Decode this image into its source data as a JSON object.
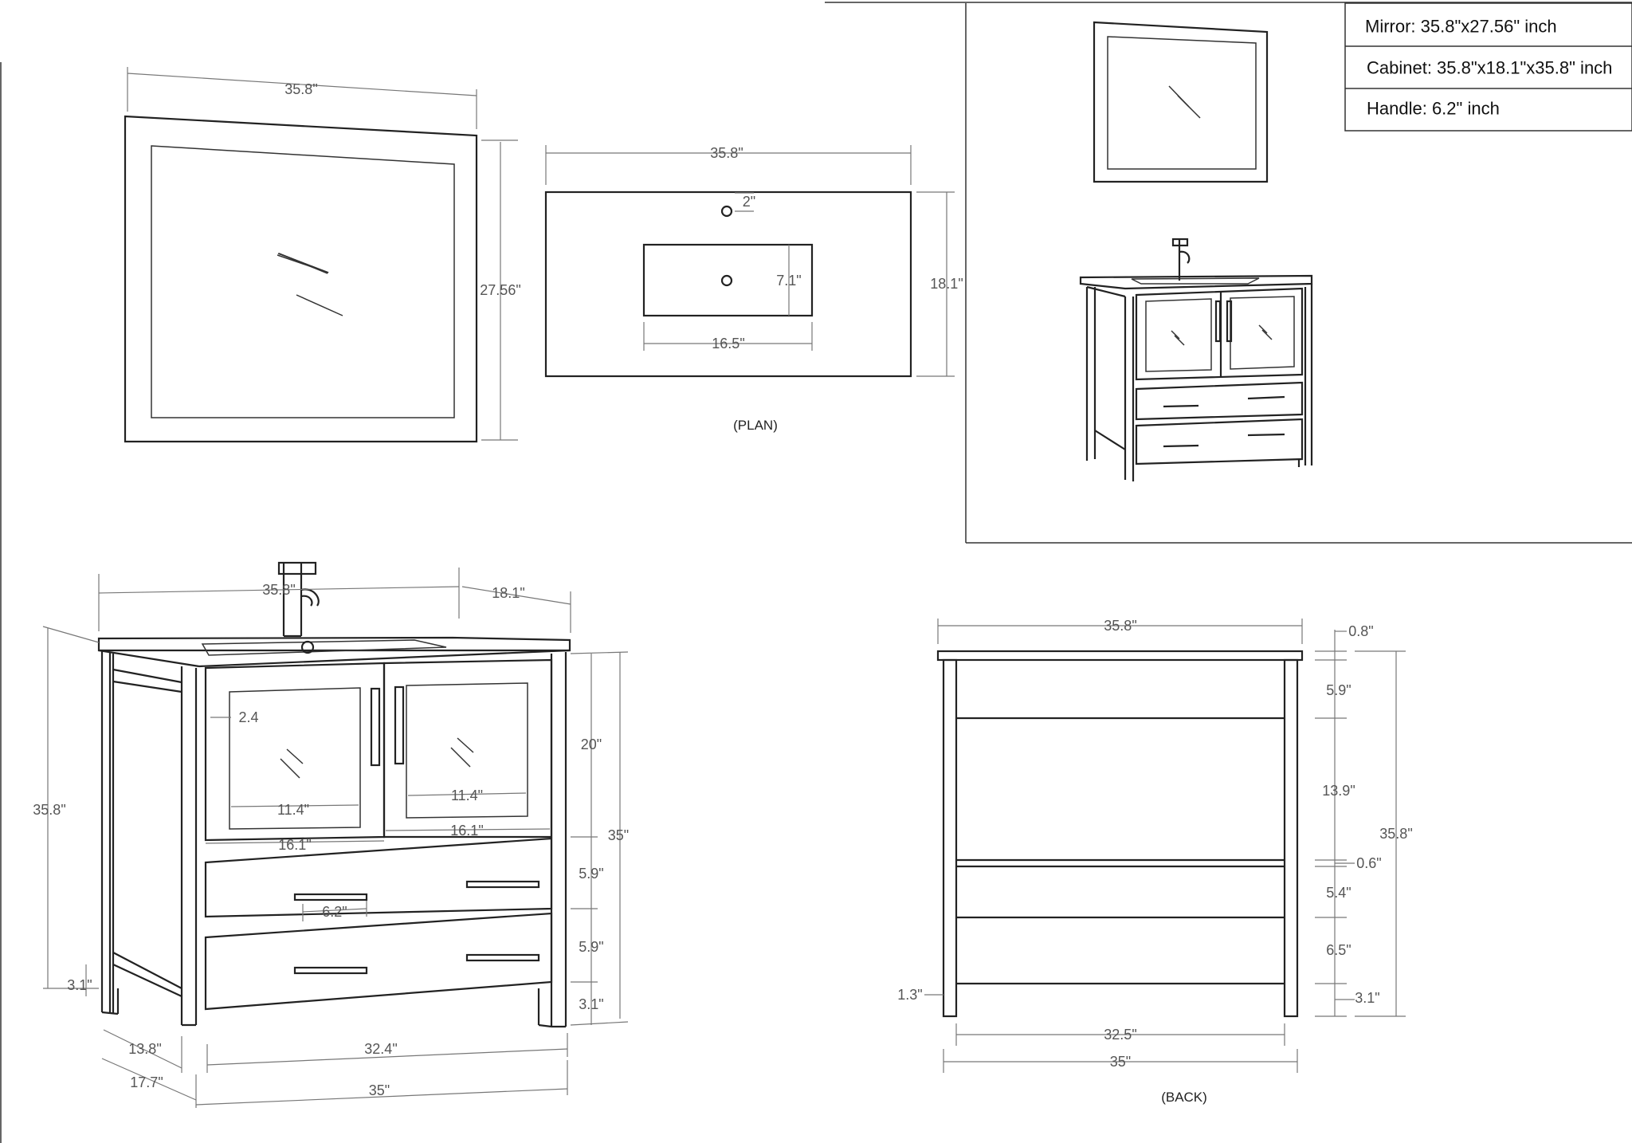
{
  "specs": {
    "mirror": "Mirror: 35.8\"x27.56\"  inch",
    "cabinet": "Cabinet: 35.8\"x18.1\"x35.8\"  inch",
    "handle": "Handle: 6.2\"  inch"
  },
  "captions": {
    "plan": "(PLAN)",
    "back": "(BACK)"
  },
  "mirror_view": {
    "width": "35.8\"",
    "height": "27.56\""
  },
  "plan_view": {
    "width": "35.8\"",
    "depth": "18.1\"",
    "sink_width": "16.5\"",
    "sink_depth": "7.1\"",
    "faucet_offset": "2\""
  },
  "front_view": {
    "top_width": "35.8\"",
    "top_depth": "18.1\"",
    "total_height": "35.8\"",
    "door_height": "20\"",
    "side_height": "35\"",
    "drawer1_height": "5.9\"",
    "drawer2_height": "5.9\"",
    "toe_right": "3.1\"",
    "toe_left": "3.1\"",
    "glass_inset": "2.4",
    "glass_width_left": "11.4\"",
    "glass_width_right": "11.4\"",
    "door_width_left": "16.1\"",
    "door_width_right": "16.1\"",
    "handle_length": "6.2\"",
    "side_depth_inner": "13.8\"",
    "side_depth_outer": "17.7\"",
    "inner_width": "32.4\"",
    "base_width": "35\""
  },
  "back_view": {
    "top_width": "35.8\"",
    "top_thickness": "0.8\"",
    "upper_rail": "5.9\"",
    "open_section": "13.9\"",
    "shelf_thickness": "0.6\"",
    "middle_panel": "5.4\"",
    "lower_panel": "6.5\"",
    "toe_height": "3.1\"",
    "leg_width": "1.3\"",
    "inner_width": "32.5\"",
    "base_width": "35\"",
    "total_height": "35.8\""
  },
  "colors": {
    "line": "#222222",
    "dimension": "#777777",
    "background": "#ffffff"
  }
}
